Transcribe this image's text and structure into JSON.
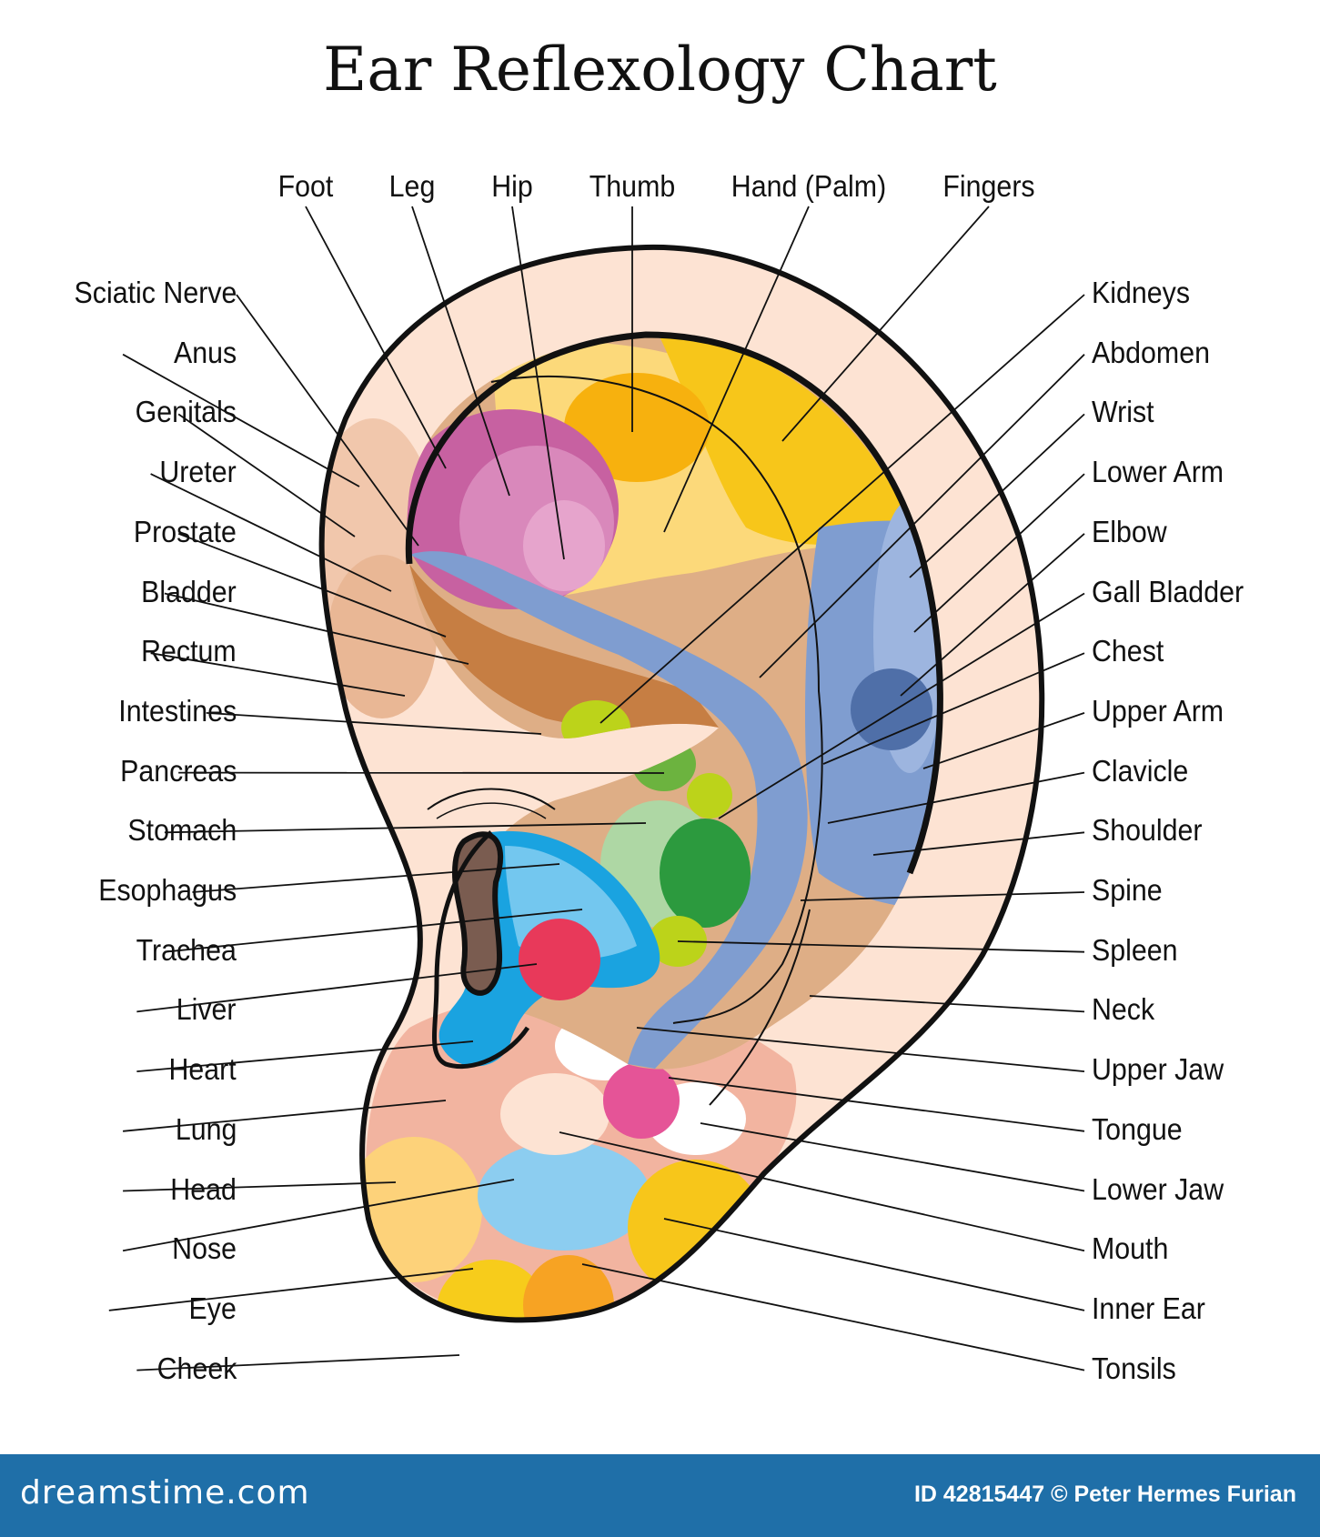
{
  "title": "Ear Reflexology Chart",
  "labels": {
    "top": [
      "Foot",
      "Leg",
      "Hip",
      "Thumb",
      "Hand (Palm)",
      "Fingers"
    ],
    "left": [
      "Sciatic Nerve",
      "Anus",
      "Genitals",
      "Ureter",
      "Prostate",
      "Bladder",
      "Rectum",
      "Intestines",
      "Pancreas",
      "Stomach",
      "Esophagus",
      "Trachea",
      "Liver",
      "Heart",
      "Lung",
      "Head",
      "Nose",
      "Eye",
      "Cheek"
    ],
    "right": [
      "Kidneys",
      "Abdomen",
      "Wrist",
      "Lower Arm",
      "Elbow",
      "Gall Bladder",
      "Chest",
      "Upper Arm",
      "Clavicle",
      "Shoulder",
      "Spine",
      "Spleen",
      "Neck",
      "Upper Jaw",
      "Tongue",
      "Lower Jaw",
      "Mouth",
      "Inner Ear",
      "Tonsils"
    ]
  },
  "footer": {
    "brand": "dreamstime.com",
    "credit": "ID 42815447 © Peter Hermes Furian"
  },
  "colors": {
    "outer_ring": "#fde3d3",
    "helix_yellow": "#f9c61a",
    "helix_pink": "#d681b4",
    "concha_tan": "#deae86",
    "blue_band": "#7f9dd0",
    "lobe_salmon": "#f2b4a0",
    "footer_blue": "#1f6fa8"
  }
}
